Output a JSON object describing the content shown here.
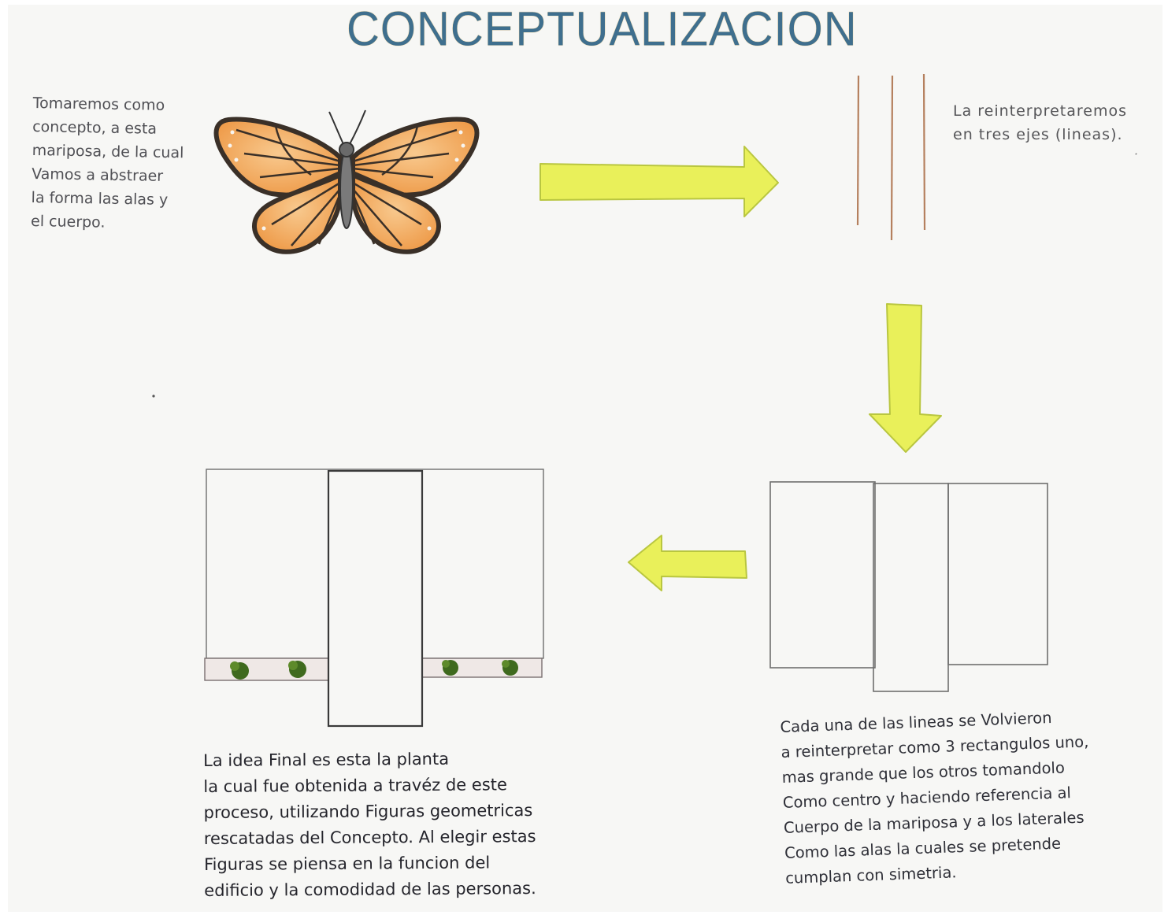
{
  "title": "CONCEPTUALIZACION",
  "notes": {
    "concept": "Tomaremos como\nconcepto, a esta\nmariposa, de la cual\nVamos a abstraer\nla forma las alas y\nel cuerpo.",
    "axes": "La reinterpretaremos\nen tres ejes (lineas).",
    "final": "La idea Final es esta la planta\nla cual fue obtenida a travéz de este\nproceso, utilizando Figuras geometricas\nrescatadas del Concepto. Al elegir estas\nFiguras se piensa en la funcion del\nedificio y la comodidad de las personas.",
    "rectangles": "Cada una de las lineas se Volvieron\na reinterpretar como 3 rectangulos uno,\nmas grande que los otros tomandolo\nComo centro y haciendo referencia al\nCuerpo de la mariposa y a los laterales\nComo las alas la cuales se pretende\ncumplan con simetria."
  },
  "colors": {
    "arrow_fill": "#e9f05a",
    "arrow_stroke": "#b9c640",
    "title": "#3f6f8e",
    "wing_orange": "#f2a55a",
    "vein_dark": "#3a3028",
    "axis_lines": "#b5805e",
    "greenery": "#3f6a1e"
  },
  "icons": {
    "butterfly": "monarch-butterfly-drawing",
    "arrow_right": "yellow-arrow-right",
    "arrow_down": "yellow-arrow-down",
    "arrow_left": "yellow-arrow-left"
  }
}
